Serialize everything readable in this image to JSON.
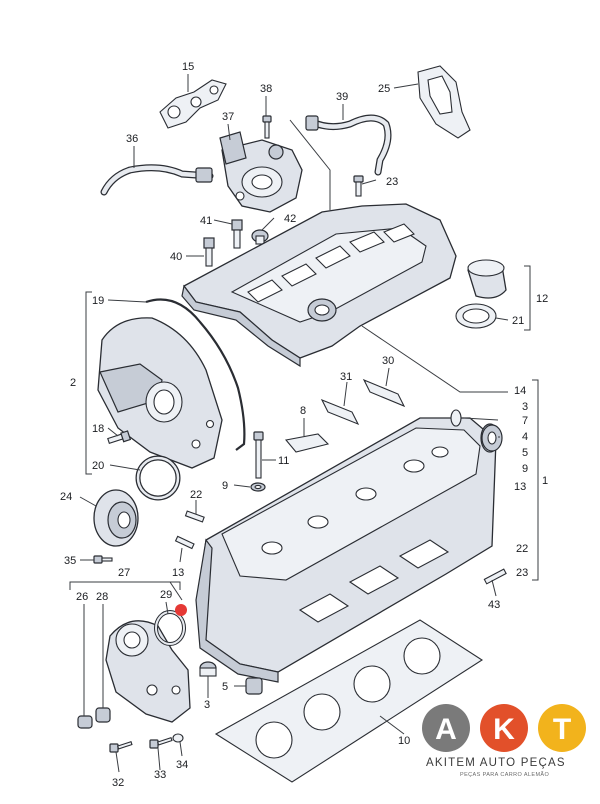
{
  "callouts": {
    "c1": "1",
    "c2": "2",
    "c3a": "3",
    "c3b": "3",
    "c4": "4",
    "c5a": "5",
    "c5b": "5",
    "c7": "7",
    "c8": "8",
    "c9a": "9",
    "c9b": "9",
    "c10": "10",
    "c11": "11",
    "c12": "12",
    "c13a": "13",
    "c13b": "13",
    "c14": "14",
    "c15": "15",
    "c18": "18",
    "c19": "19",
    "c20": "20",
    "c21": "21",
    "c22a": "22",
    "c22b": "22",
    "c23a": "23",
    "c23b": "23",
    "c24": "24",
    "c25": "25",
    "c26": "26",
    "c27": "27",
    "c28": "28",
    "c29": "29",
    "c30": "30",
    "c31": "31",
    "c32": "32",
    "c33": "33",
    "c34": "34",
    "c35": "35",
    "c36": "36",
    "c37": "37",
    "c38": "38",
    "c39": "39",
    "c40": "40",
    "c41": "41",
    "c42": "42",
    "c43": "43"
  },
  "logo": {
    "letter_a": "A",
    "letter_k": "K",
    "letter_t": "T",
    "brand_name": "AKITEM AUTO PEÇAS",
    "tagline": "PEÇAS PARA CARRO ALEMÃO",
    "colors": {
      "a": "#7a7a7a",
      "k": "#e2502a",
      "t": "#f2b31c"
    }
  },
  "marker": {
    "color": "#e53935"
  }
}
